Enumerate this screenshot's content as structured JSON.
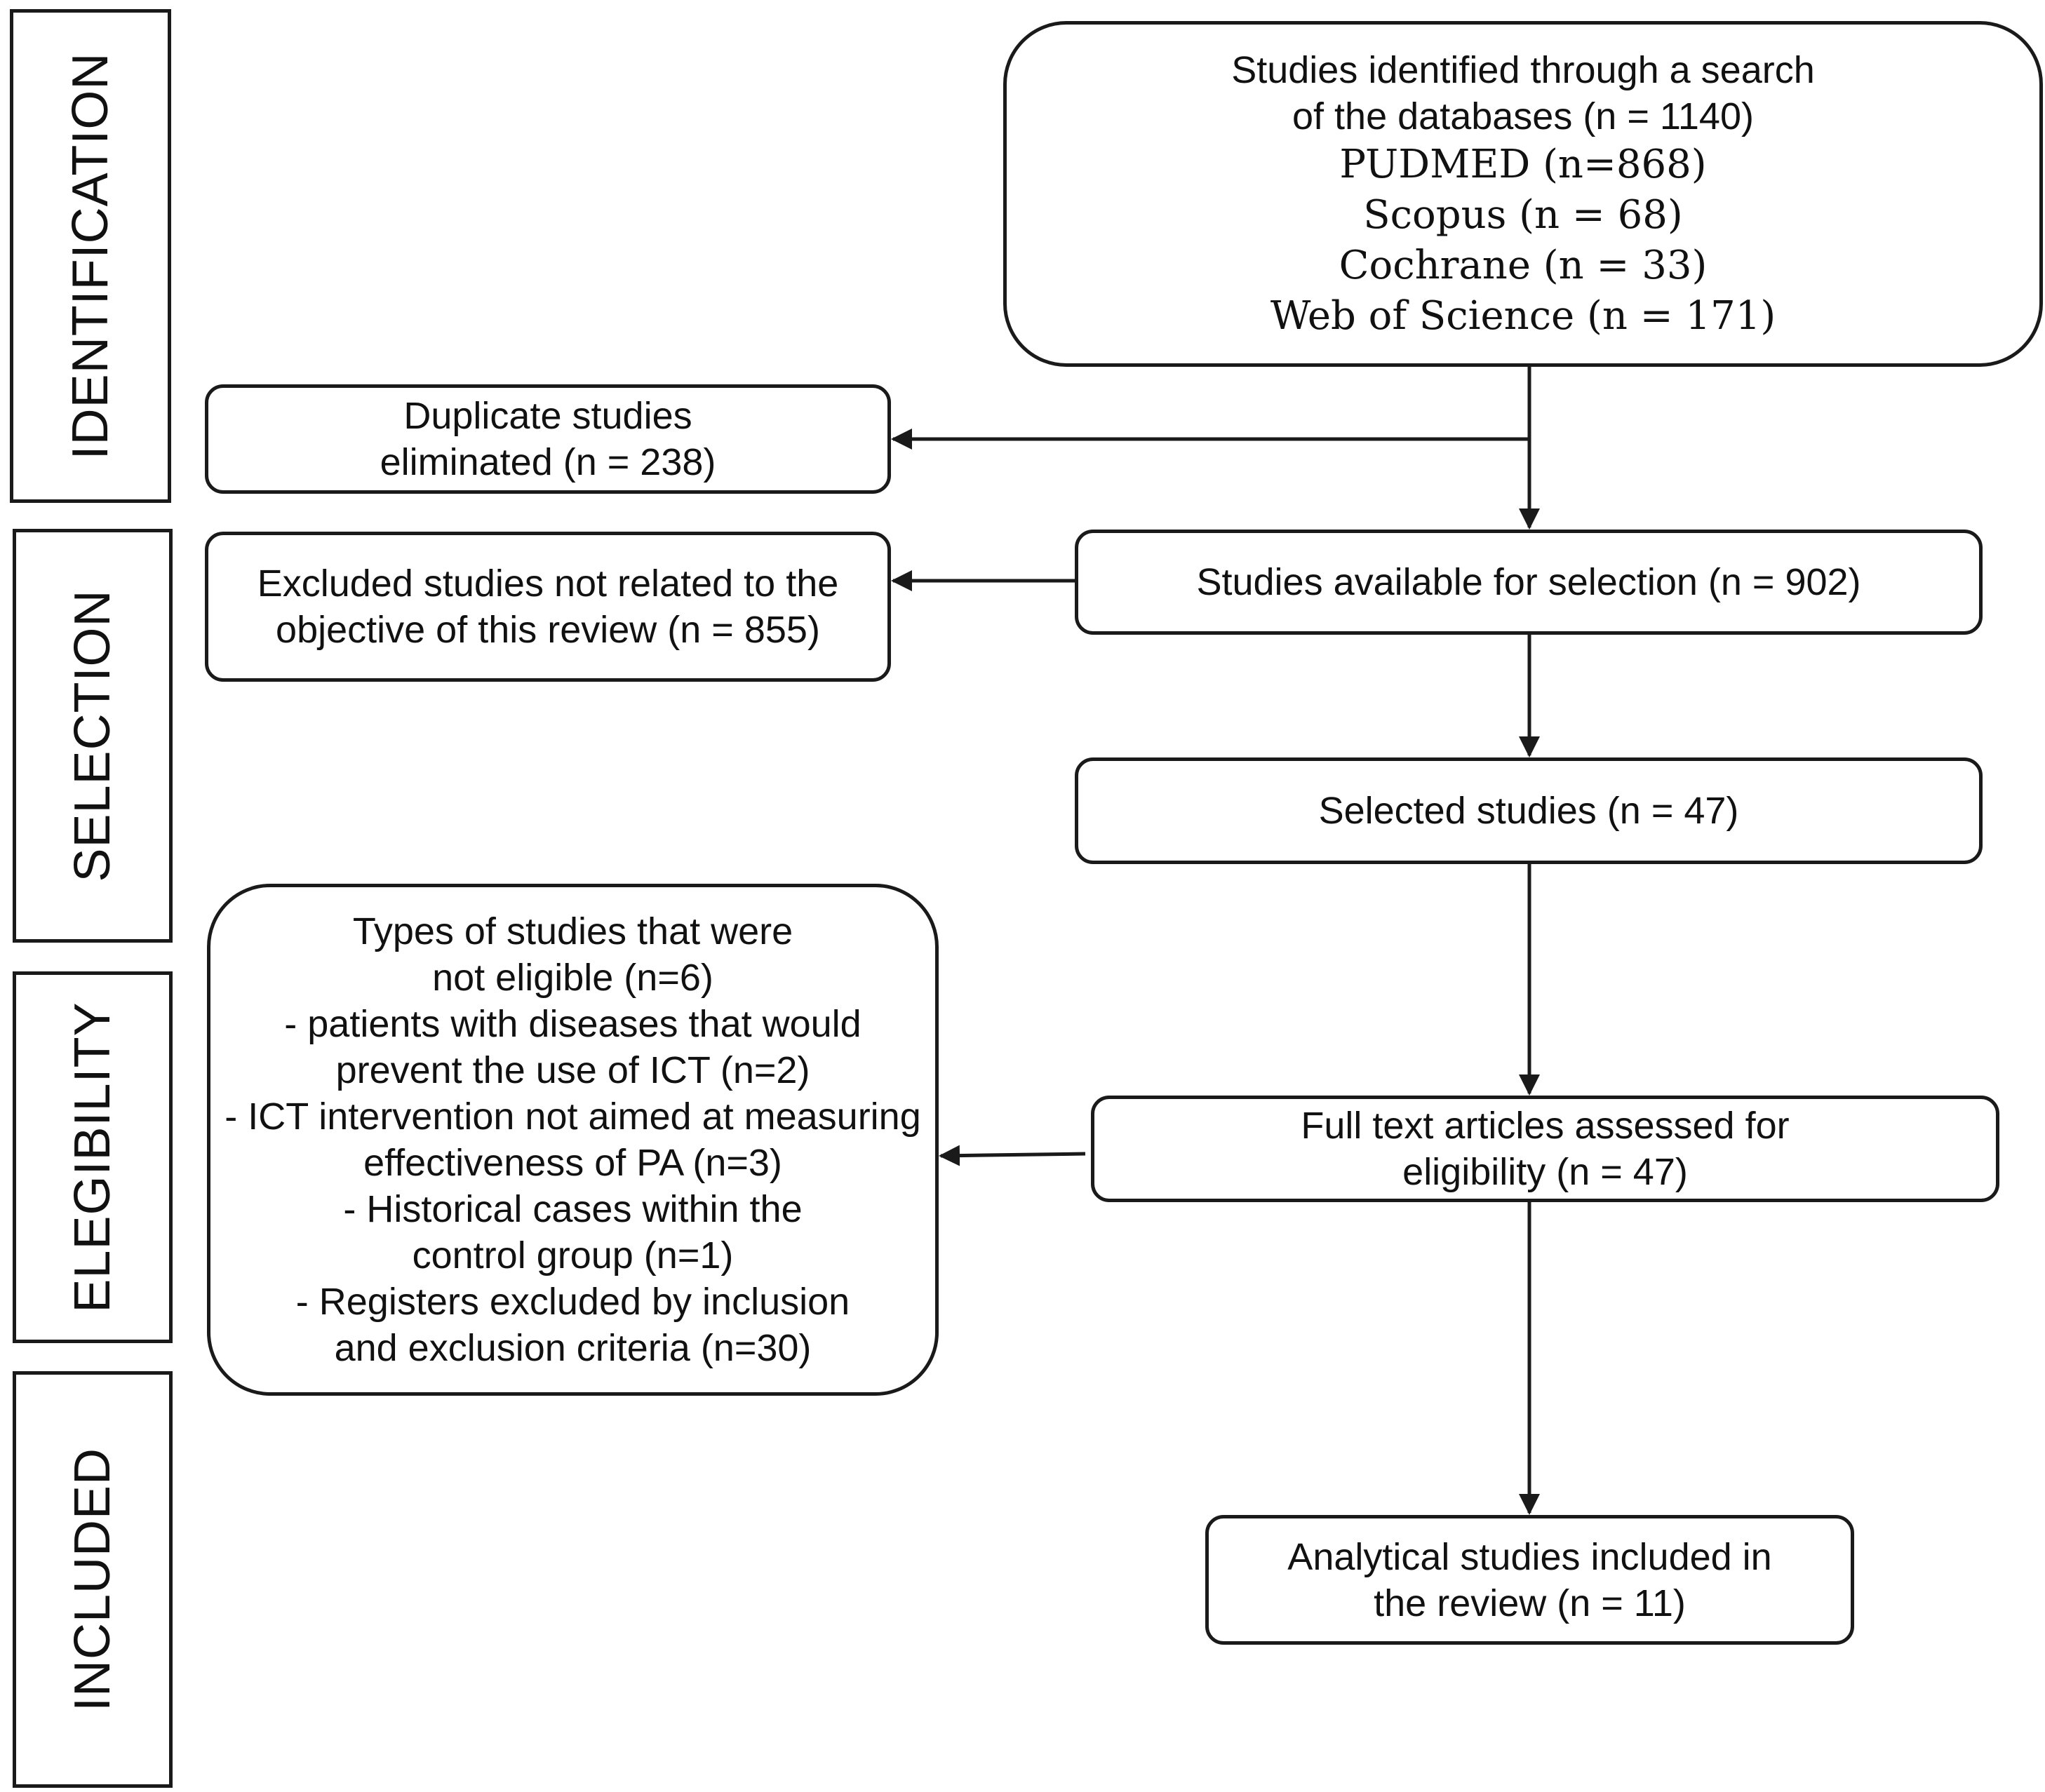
{
  "stages": {
    "identification": "IDENTIFICATION",
    "selection": "SELECTION",
    "elegibility": "ELEGIBILITY",
    "included": "INCLUDED"
  },
  "boxes": {
    "identified": {
      "lines": [
        "Studies identified through a search",
        "of the databases (n = 1140)",
        "PUDMED (n=868)",
        "Scopus (n = 68)",
        "Cochrane (n = 33)",
        "Web of Science (n = 171)"
      ]
    },
    "duplicates": {
      "lines": [
        "Duplicate studies",
        "eliminated (n = 238)"
      ]
    },
    "available": {
      "lines": [
        "Studies available for selection (n = 902)"
      ]
    },
    "excluded": {
      "lines": [
        "Excluded studies not related to the",
        "objective of this review (n = 855)"
      ]
    },
    "selected": {
      "lines": [
        "Selected studies (n = 47)"
      ]
    },
    "not_eligible": {
      "lines": [
        "Types of studies that were",
        "not eligible (n=6)",
        "- patients with diseases that would",
        "prevent the use of ICT (n=2)",
        "- ICT intervention not aimed at measuring",
        "effectiveness of PA (n=3)",
        "- Historical cases within the",
        "control group (n=1)",
        "- Registers excluded by inclusion",
        "and exclusion criteria (n=30)"
      ]
    },
    "full_text": {
      "lines": [
        "Full text articles assessed for",
        "eligibility (n = 47)"
      ]
    },
    "included": {
      "lines": [
        "Analytical studies included in",
        "the review (n = 11)"
      ]
    }
  },
  "colors": {
    "stroke": "#1a1a1a",
    "background": "#ffffff"
  }
}
